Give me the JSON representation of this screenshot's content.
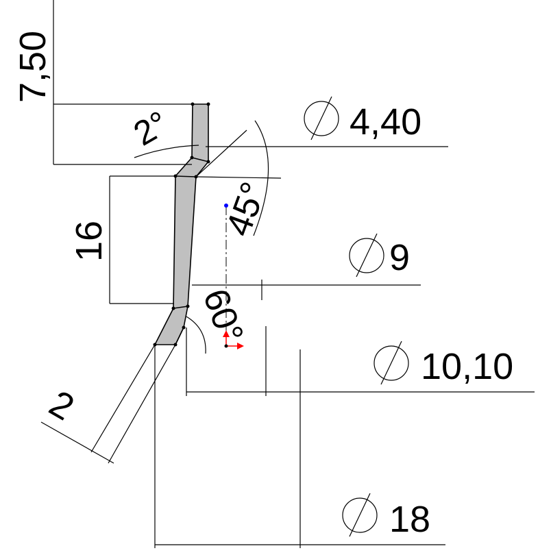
{
  "drawing": {
    "dimensions": {
      "d750": "7,50",
      "d2deg": "2°",
      "d440": "4,40",
      "d45deg": "45°",
      "d16": "16",
      "d9": "9",
      "d60deg": "60°",
      "d1010": "10,10",
      "d2": "2",
      "d18": "18"
    },
    "diameter_symbol": "⌀",
    "colors": {
      "profile_fill": "#c0c0c0",
      "line": "#000000",
      "origin_x_axis": "#ff0000",
      "origin_y_axis": "#ff0000",
      "sketch_point": "#0000ff"
    }
  }
}
